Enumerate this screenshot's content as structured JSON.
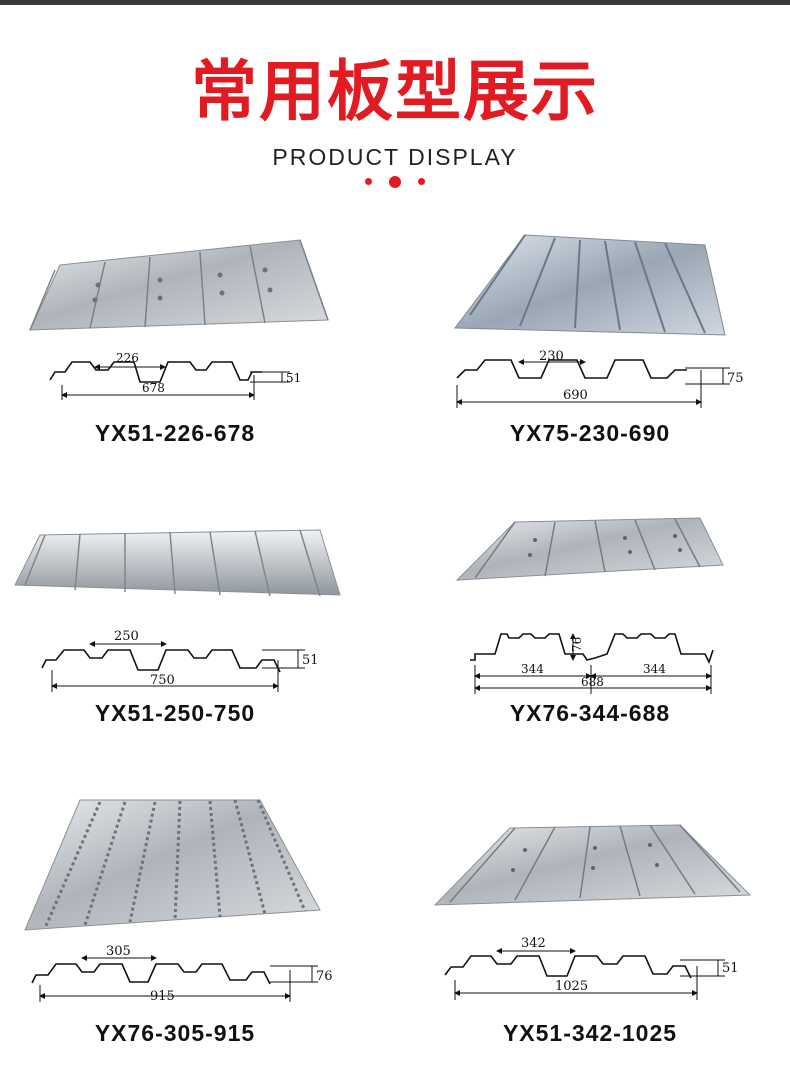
{
  "header": {
    "title": "常用板型展示",
    "subtitle": "PRODUCT DISPLAY"
  },
  "colors": {
    "accent": "#e21b22"
  },
  "products": [
    {
      "name": "YX51-226-678",
      "rib": "226",
      "width": "678",
      "height": "51"
    },
    {
      "name": "YX75-230-690",
      "rib": "230",
      "width": "690",
      "height": "75"
    },
    {
      "name": "YX51-250-750",
      "rib": "250",
      "width": "750",
      "height": "51"
    },
    {
      "name": "YX76-344-688",
      "rib_left": "344",
      "rib_right": "344",
      "width": "688",
      "height": "76"
    },
    {
      "name": "YX76-305-915",
      "rib": "305",
      "width": "915",
      "height": "76"
    },
    {
      "name": "YX51-342-1025",
      "rib": "342",
      "width": "1025",
      "height": "51"
    }
  ]
}
